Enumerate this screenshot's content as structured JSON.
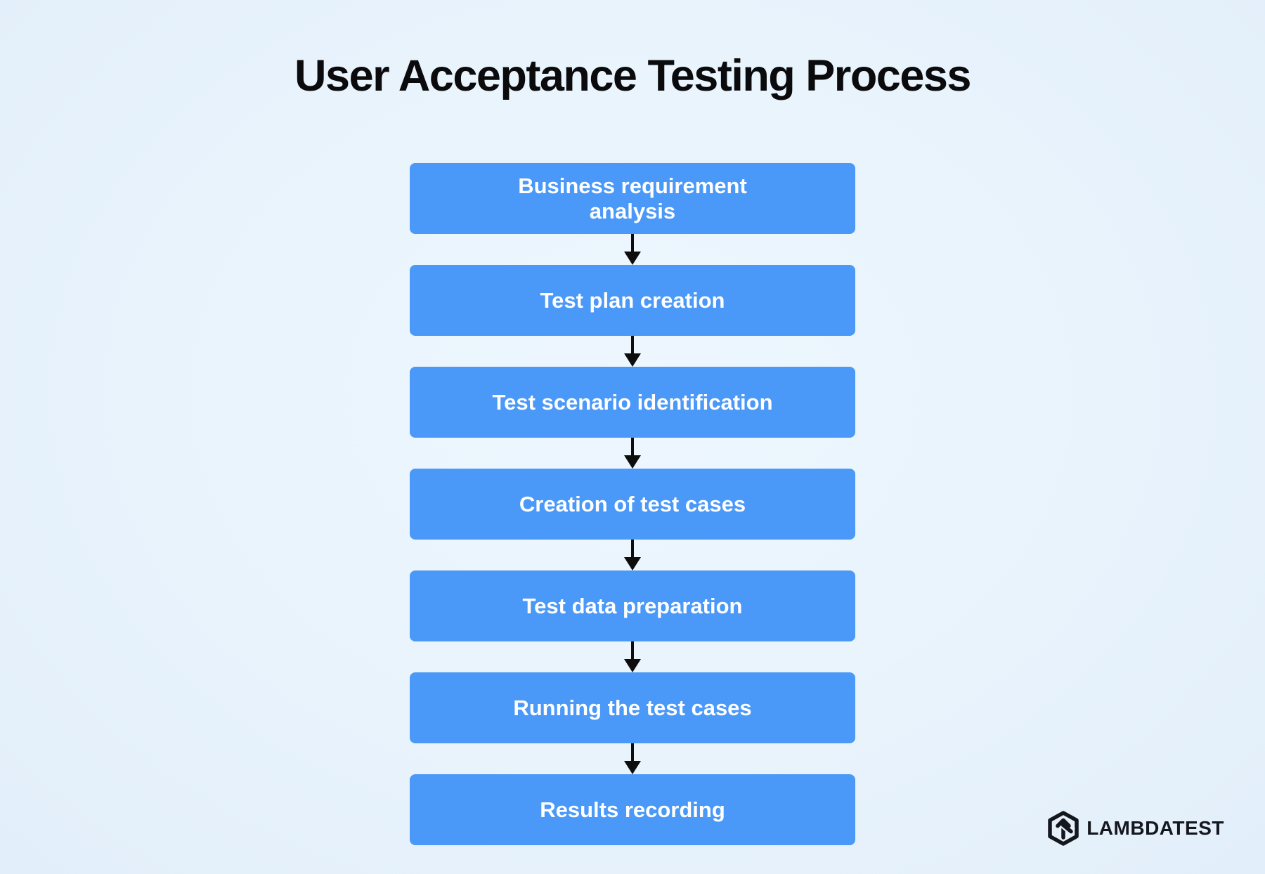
{
  "title": "User Acceptance Testing Process",
  "flow": {
    "steps": [
      {
        "label": "Business requirement\nanalysis"
      },
      {
        "label": "Test plan creation"
      },
      {
        "label": "Test scenario identification"
      },
      {
        "label": "Creation of test cases"
      },
      {
        "label": "Test data preparation"
      },
      {
        "label": "Running the test cases"
      },
      {
        "label": "Results recording"
      }
    ]
  },
  "logo": {
    "text": "LAMBDATEST",
    "icon": "lambdatest-hexagon-arrow-icon"
  },
  "colors": {
    "background": "#e8f3fc",
    "box_fill": "#4a98f7",
    "box_text": "#ffffff",
    "arrow": "#0d0d0d",
    "title_text": "#0b0b0d",
    "logo_text": "#15171e"
  }
}
